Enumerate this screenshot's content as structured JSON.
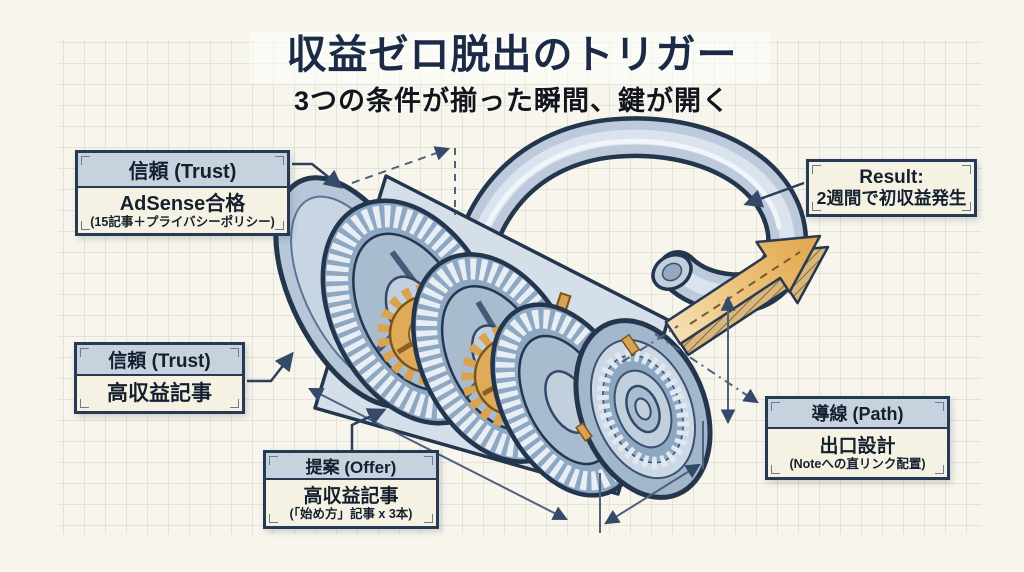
{
  "title": {
    "main": "収益ゼロ脱出のトリガー",
    "subtitle": "3つの条件が揃った瞬間、鍵が開く"
  },
  "labels": {
    "trust_adsense": {
      "header": "信頼 (Trust)",
      "line1": "AdSense合格",
      "line2": "(15記事＋プライバシーポリシー)"
    },
    "trust_articles": {
      "header": "信頼 (Trust)",
      "line1": "高収益記事"
    },
    "offer": {
      "header": "提案 (Offer)",
      "line1": "高収益記事",
      "line2": "(「始め方」記事 x 3本)"
    },
    "result": {
      "line1": "Result:",
      "line2": "2週間で初収益発生"
    },
    "path": {
      "header": "導線 (Path)",
      "line1": "出口設計",
      "line2": "(Noteへの直リンク配置)"
    }
  },
  "icons": {
    "illustration": "blueprint-padlock-with-gear-dials",
    "arrow": "unlock-exit-arrow"
  },
  "colors": {
    "paper": "#f7f5ec",
    "grid": "#c6ccc0",
    "navy_outline": "#24364e",
    "steel_fill": "#b7c7d8",
    "gear_orange": "#d9a352",
    "arrow_orange": "#e8b561",
    "panel_header": "#c8d2de",
    "panel_body": "#f5f2e3",
    "title_navy": "#1b2b45"
  }
}
